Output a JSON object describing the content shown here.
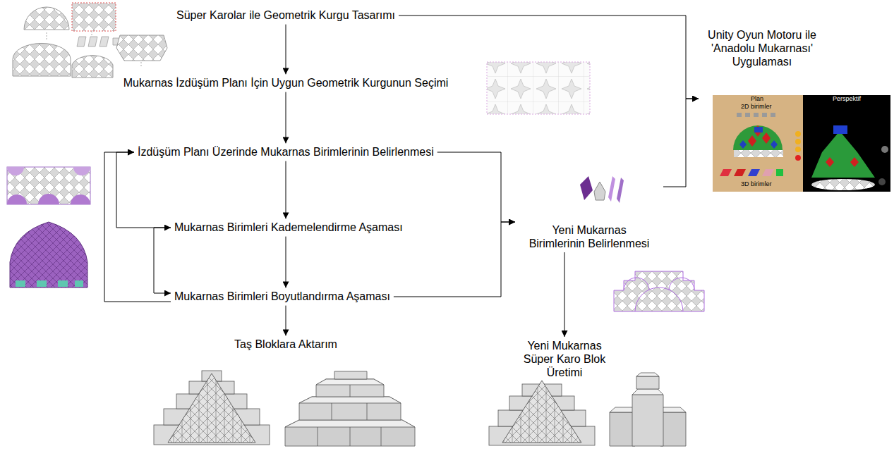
{
  "diagram": {
    "nodes": [
      {
        "text": [
          "Süper Karolar ile Geometrik Kurgu Tasarımı"
        ]
      },
      {
        "text": [
          "Unity Oyun Motoru ile 'Anadolu Mukarnası' Uygulaması"
        ]
      },
      {
        "text": [
          "Mukarnas İzdüşüm Planı İçin Uygun Geometrik Kurgunun Seçimi"
        ]
      },
      {
        "text": [
          "İzdüşüm Planı Üzerinde Mukarnas Birimlerinin Belirlenmesi"
        ]
      },
      {
        "text": [
          "Mukarnas Birimleri Kademelendirme Aşaması"
        ]
      },
      {
        "text": [
          "Yeni Mukarnas Birimlerinin Belirlenmesi"
        ]
      },
      {
        "text": [
          "Mukarnas Birimleri Boyutlandırma Aşaması"
        ]
      },
      {
        "text": [
          "Taş Bloklara Aktarım"
        ]
      },
      {
        "text": [
          "Yeni Mukarnas Süper Karo Blok Üretimi"
        ]
      }
    ],
    "edges": [
      {
        "from": 0,
        "to": 2,
        "arrow": "to"
      },
      {
        "from": 0,
        "to": 1,
        "arrow": "to"
      },
      {
        "from": 2,
        "to": 3,
        "arrow": "to"
      },
      {
        "from": 3,
        "to": 4,
        "arrow": "to"
      },
      {
        "from": 4,
        "to": 6,
        "arrow": "to"
      },
      {
        "from": 6,
        "to": 7,
        "arrow": "to"
      },
      {
        "from": 4,
        "to": 3,
        "arrow": "to"
      },
      {
        "from": 6,
        "to": 3,
        "arrow": "to"
      },
      {
        "from": 6,
        "to": 4,
        "arrow": "both"
      },
      {
        "from": 3,
        "to": 5,
        "arrow": "to"
      },
      {
        "from": 6,
        "to": 5,
        "arrow": "to"
      },
      {
        "from": 5,
        "to": 8,
        "arrow": "to"
      },
      {
        "from": 5,
        "to": 1,
        "arrow": "to"
      }
    ],
    "labels": [
      "Plan",
      "Perspektif",
      "2D birimler",
      "3D birimler"
    ]
  }
}
